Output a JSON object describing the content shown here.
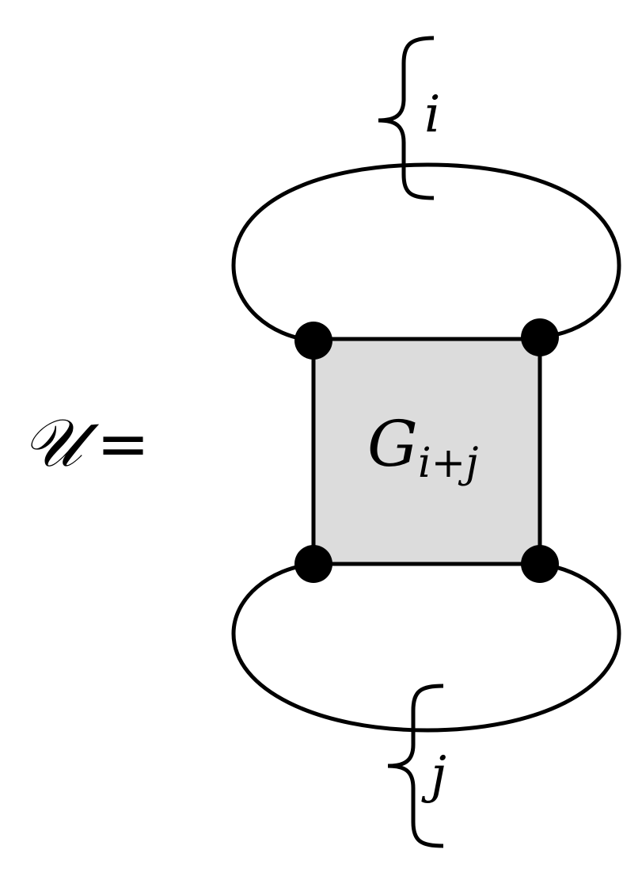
{
  "equation": {
    "lhs": "𝒰",
    "equals": "="
  },
  "box": {
    "label_main": "G",
    "label_subscript": "i+j",
    "fill_color": "#dcdcdc"
  },
  "top_index": "i",
  "bottom_index": "j"
}
